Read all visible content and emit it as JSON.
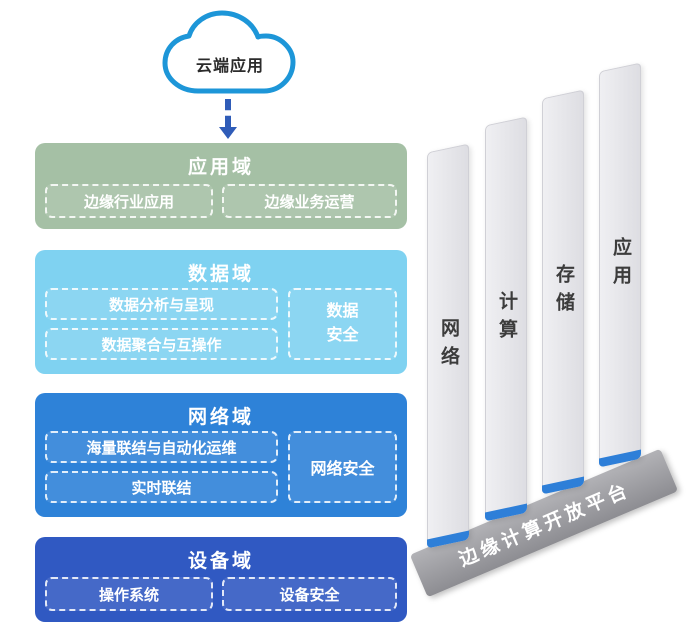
{
  "cloud": {
    "label": "云端应用"
  },
  "application_domain": {
    "title": "应用域",
    "industry_app": "边缘行业应用",
    "business_operation": "边缘业务运营"
  },
  "data_domain": {
    "title": "数据域",
    "analysis": "数据分析与呈现",
    "aggregation": "数据聚合与互操作",
    "security": "数据安全"
  },
  "network_domain": {
    "title": "网络域",
    "massive_connection": "海量联结与自动化运维",
    "realtime_connection": "实时联结",
    "security": "网络安全"
  },
  "device_domain": {
    "title": "设备域",
    "os": "操作系统",
    "security": "设备安全"
  },
  "pillars": [
    {
      "label": "网络"
    },
    {
      "label": "计算"
    },
    {
      "label": "存储"
    },
    {
      "label": "应用"
    }
  ],
  "platform": {
    "label": "边缘计算开放平台"
  },
  "colors": {
    "cloud_outline": "#1d96d8",
    "arrow": "#2f5cb8",
    "application_domain": "#a5c0a5",
    "data_domain": "#7fd2f1",
    "network_domain": "#2e82d8",
    "device_domain": "#3059c2",
    "pillar_body": "#e7e7ea",
    "pillar_edge": "#2e7fd8",
    "platform_banner": "#9b9b9f"
  }
}
